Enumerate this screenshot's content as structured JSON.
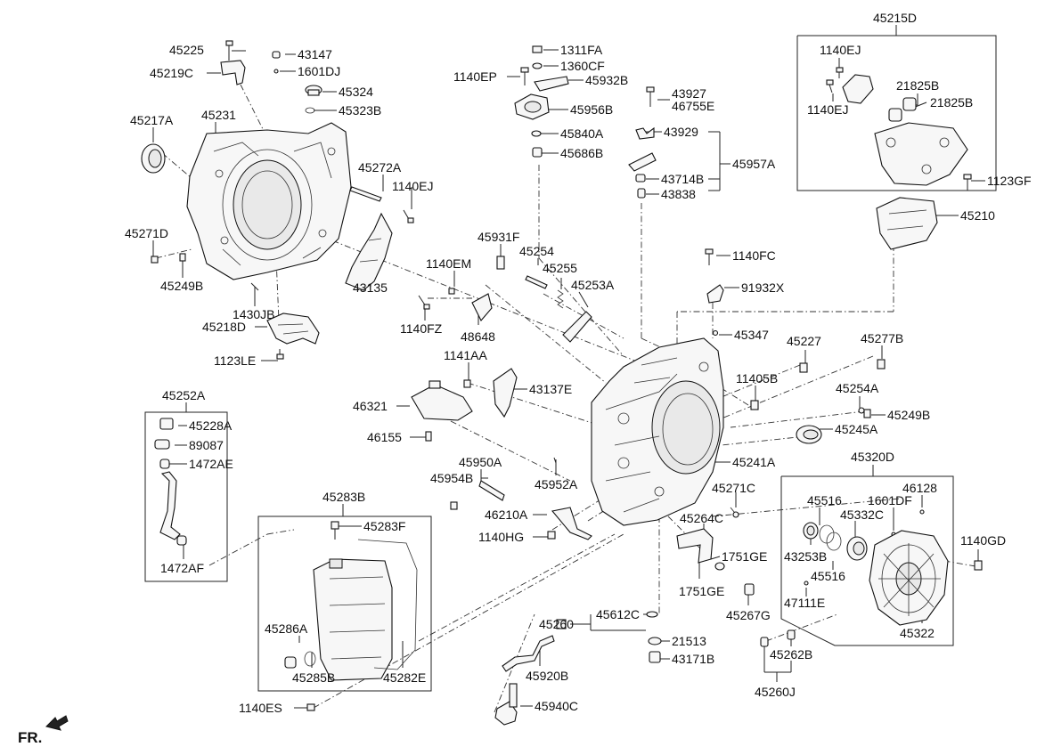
{
  "diagram": {
    "labels": {
      "45225": "45225",
      "45219C": "45219C",
      "43147": "43147",
      "1601DJ": "1601DJ",
      "45324": "45324",
      "45323B": "45323B",
      "45217A": "45217A",
      "45231": "45231",
      "45272A": "45272A",
      "1140EJ_a": "1140EJ",
      "45271D": "45271D",
      "45249B_a": "45249B",
      "43135": "43135",
      "1430JB": "1430JB",
      "45218D": "45218D",
      "1140FZ": "1140FZ",
      "1123LE": "1123LE",
      "1311FA": "1311FA",
      "1360CF": "1360CF",
      "1140EP": "1140EP",
      "45932B": "45932B",
      "45956B": "45956B",
      "45840A": "45840A",
      "45686B": "45686B",
      "43927": "43927",
      "46755E": "46755E",
      "43929": "43929",
      "45957A": "45957A",
      "43714B": "43714B",
      "43838": "43838",
      "45215D": "45215D",
      "1140EJ_b": "1140EJ",
      "1140EJ_c": "1140EJ",
      "21825B_a": "21825B",
      "21825B_b": "21825B",
      "1123GF": "1123GF",
      "45210": "45210",
      "45931F": "45931F",
      "45254": "45254",
      "1140EM": "1140EM",
      "45255": "45255",
      "45253A": "45253A",
      "48648": "48648",
      "1140FC": "1140FC",
      "91932X": "91932X",
      "45347": "45347",
      "45227": "45227",
      "45277B": "45277B",
      "1141AA": "1141AA",
      "43137E": "43137E",
      "11405B": "11405B",
      "45254A": "45254A",
      "46321": "46321",
      "45249B_b": "45249B",
      "45245A": "45245A",
      "46155": "46155",
      "45241A": "45241A",
      "45252A": "45252A",
      "45228A": "45228A",
      "89087": "89087",
      "1472AE": "1472AE",
      "1472AF": "1472AF",
      "45950A": "45950A",
      "45954B": "45954B",
      "45952A": "45952A",
      "45271C": "45271C",
      "45320D": "45320D",
      "46128": "46128",
      "45516_a": "45516",
      "45332C": "45332C",
      "1601DF": "1601DF",
      "45283B": "45283B",
      "45283F": "45283F",
      "46210A": "46210A",
      "45264C": "45264C",
      "1140HG": "1140HG",
      "43253B": "43253B",
      "1140GD": "1140GD",
      "45516_b": "45516",
      "1751GE_a": "1751GE",
      "1751GE_b": "1751GE",
      "45267G": "45267G",
      "47111E": "47111E",
      "45286A": "45286A",
      "45260": "45260",
      "45612C": "45612C",
      "21513": "21513",
      "45322": "45322",
      "45262B": "45262B",
      "45285B": "45285B",
      "45282E": "45282E",
      "45920B": "45920B",
      "43171B": "43171B",
      "45260J": "45260J",
      "1140ES": "1140ES",
      "45940C": "45940C",
      "fr": "FR."
    },
    "icons": [
      "front-direction-arrow-icon"
    ]
  }
}
